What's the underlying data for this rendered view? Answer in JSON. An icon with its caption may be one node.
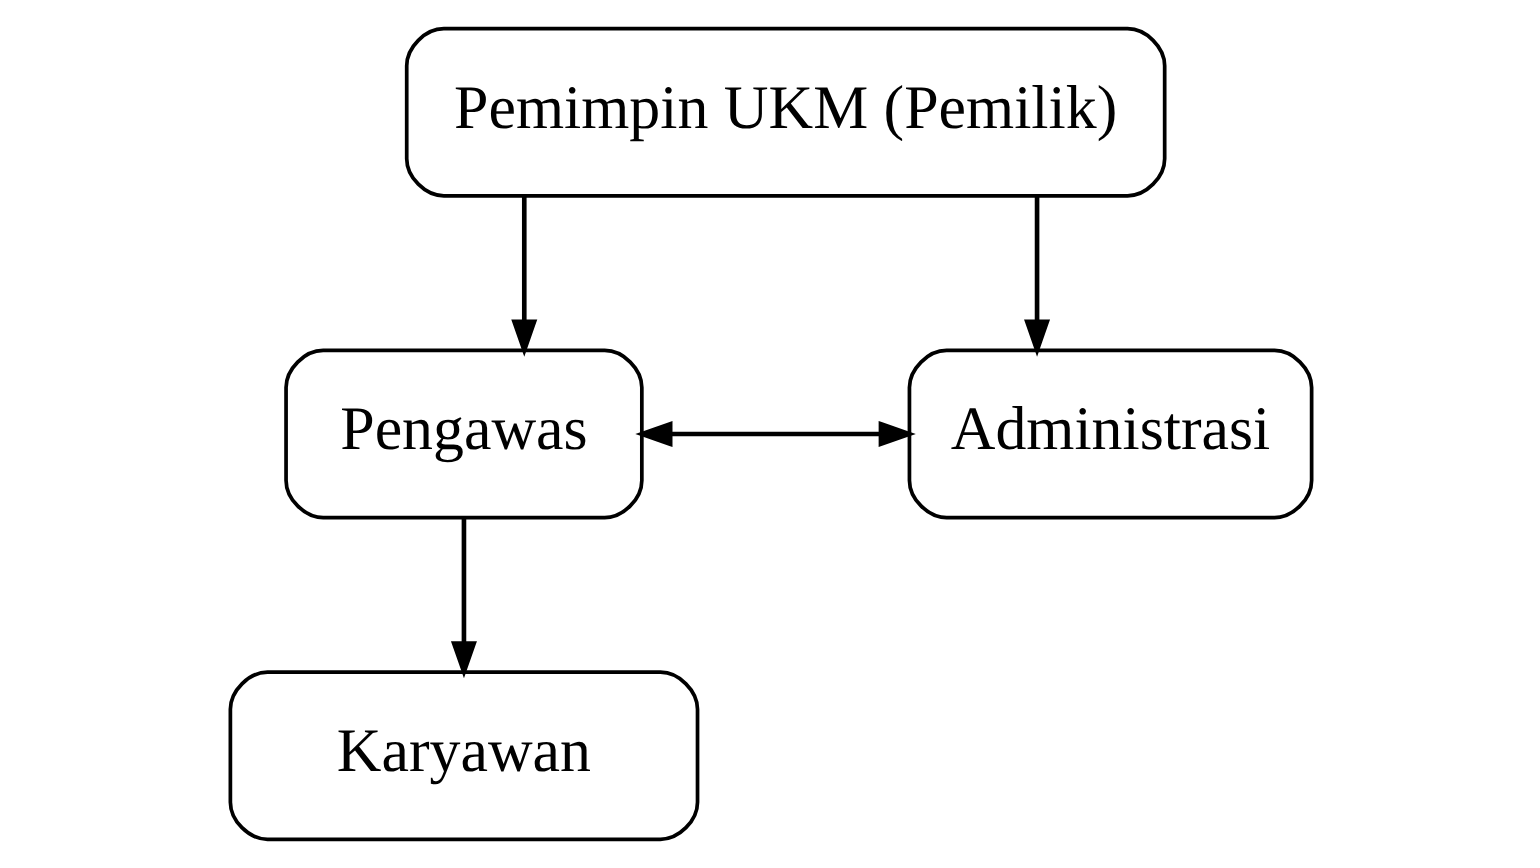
{
  "diagram": {
    "nodes": [
      {
        "text": [
          "Pemimpin UKM (Pemilik)"
        ]
      },
      {
        "text": [
          "Pengawas"
        ]
      },
      {
        "text": [
          "Administrasi"
        ]
      },
      {
        "text": [
          "Karyawan"
        ]
      }
    ],
    "edges": [
      {
        "from": 0,
        "to": 1,
        "arrow": "to"
      },
      {
        "from": 0,
        "to": 2,
        "arrow": "to"
      },
      {
        "from": 1,
        "to": 2,
        "arrow": "both"
      },
      {
        "from": 1,
        "to": 3,
        "arrow": "to"
      }
    ]
  }
}
